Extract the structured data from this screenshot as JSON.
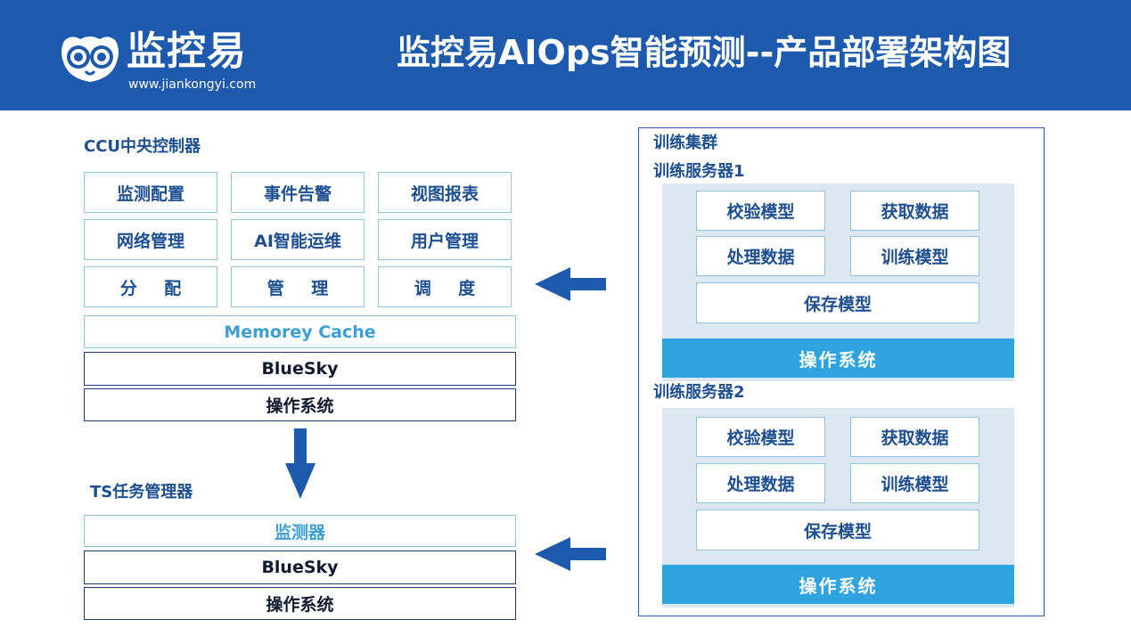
{
  "header": {
    "brand": "监控易",
    "brand_url": "www.jiankongyi.com",
    "title": "监控易AIOps智能预测--产品部署架构图"
  },
  "ccu": {
    "label": "CCU中央控制器",
    "grid": [
      [
        "监测配置",
        "事件告警",
        "视图报表"
      ],
      [
        "网络管理",
        "AI智能运维",
        "用户管理"
      ],
      [
        "分 配",
        "管 理",
        "调 度"
      ]
    ],
    "cache": "Memorey Cache",
    "bluesky": "BlueSky",
    "os": "操作系统"
  },
  "ts": {
    "label": "TS任务管理器",
    "monitor": "监测器",
    "bluesky": "BlueSky",
    "os": "操作系统"
  },
  "cluster": {
    "label": "训练集群",
    "servers": [
      {
        "label": "训练服务器1",
        "items": [
          "校验模型",
          "获取数据",
          "处理数据",
          "训练模型"
        ],
        "save": "保存模型",
        "os": "操作系统"
      },
      {
        "label": "训练服务器2",
        "items": [
          "校验模型",
          "获取数据",
          "处理数据",
          "训练模型"
        ],
        "save": "保存模型",
        "os": "操作系统"
      }
    ]
  },
  "colors": {
    "header_bg": "#1d5aad",
    "arrow": "#1d5aad",
    "os_bar": "#2fa3df",
    "panel_bg": "#dce7f1"
  }
}
